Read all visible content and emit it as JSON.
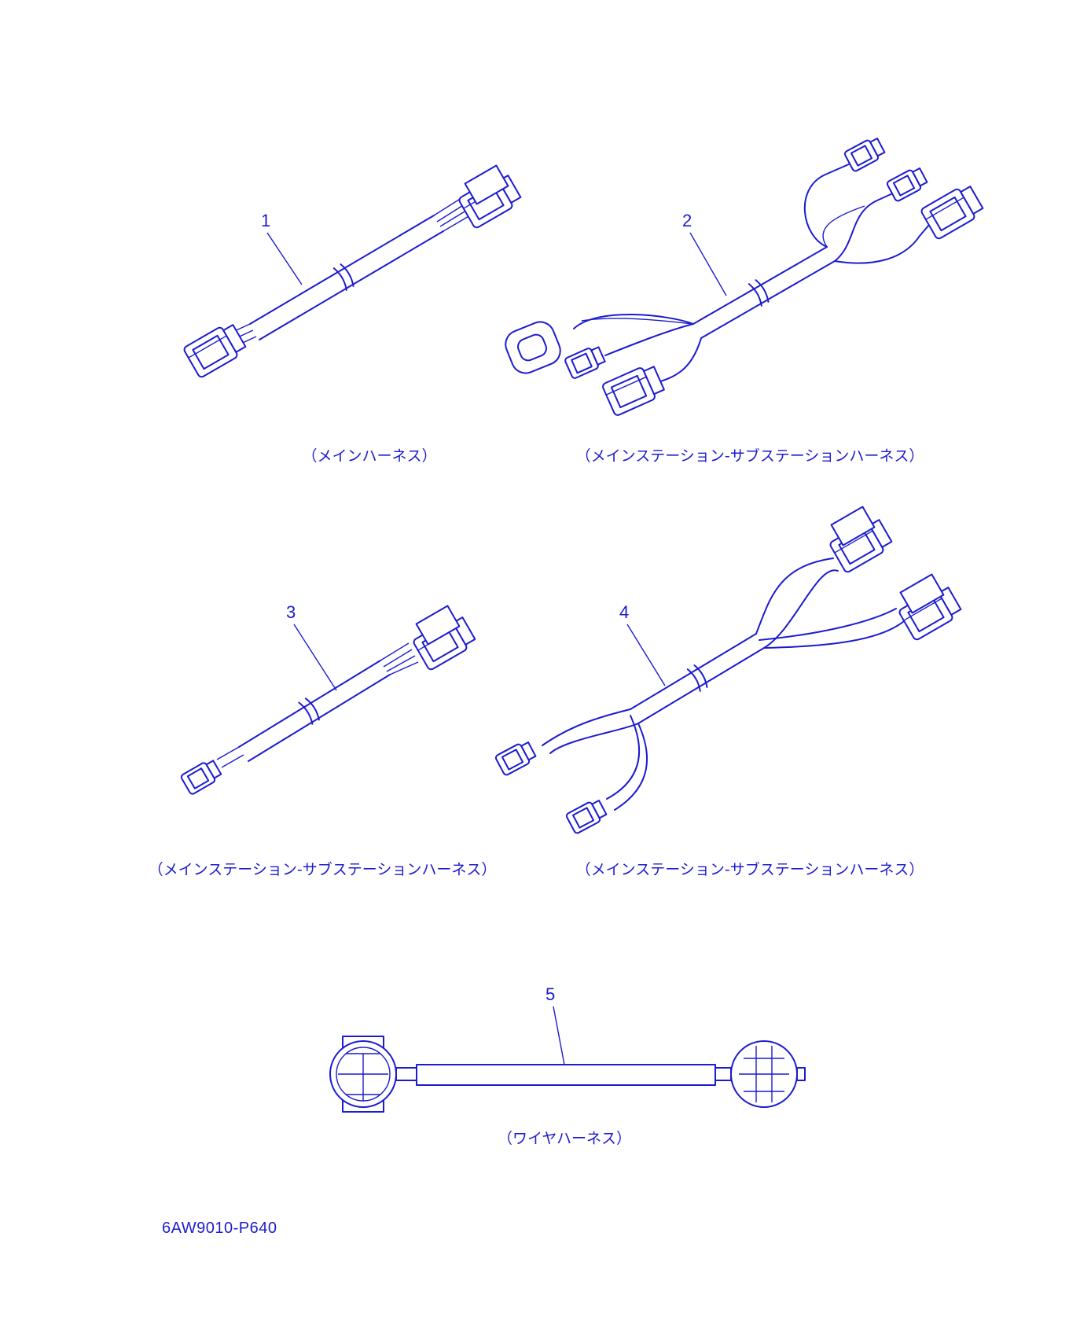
{
  "colors": {
    "line": "#1c1ccf",
    "background": "#ffffff"
  },
  "parts": [
    {
      "callout": "1",
      "caption": "（メインハーネス）"
    },
    {
      "callout": "2",
      "caption": "（メインステーション-サブステーションハーネス）"
    },
    {
      "callout": "3",
      "caption": "（メインステーション-サブステーションハーネス）"
    },
    {
      "callout": "4",
      "caption": "（メインステーション-サブステーションハーネス）"
    },
    {
      "callout": "5",
      "caption": "（ワイヤハーネス）"
    }
  ],
  "part_number": "6AW9010-P640"
}
